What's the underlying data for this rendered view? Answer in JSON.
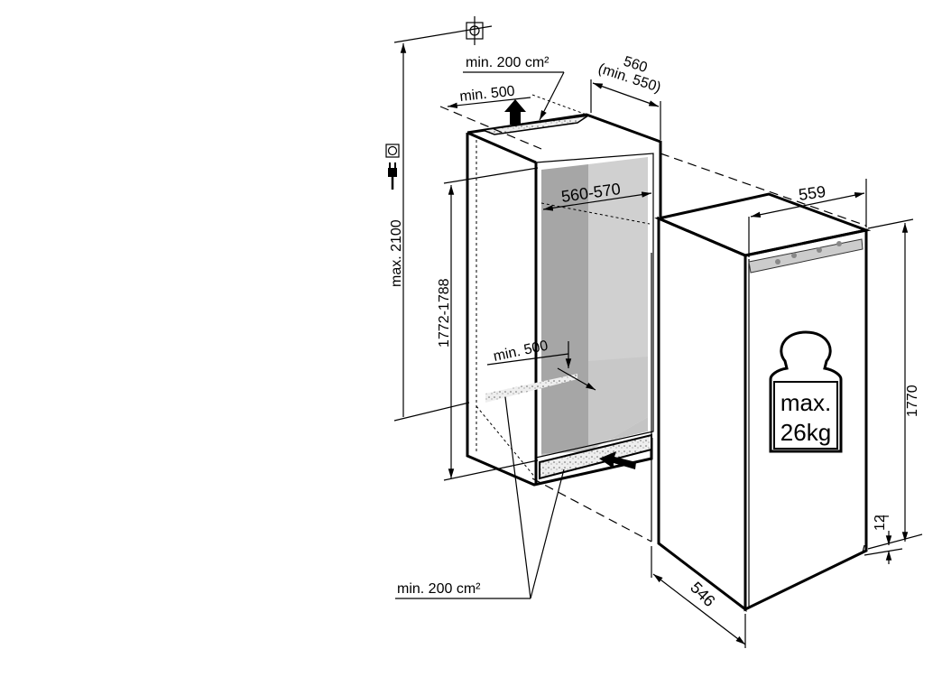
{
  "labels": {
    "top_vent_area": "min. 200 cm²",
    "top_min_depth": "min. 500",
    "niche_depth": "560",
    "niche_depth_min": "(min. 550)",
    "niche_width": "560-570",
    "max_height": "max. 2100",
    "niche_height": "1772-1788",
    "bottom_min_depth": "min. 500",
    "bottom_vent_area": "min. 200 cm²",
    "appliance_width": "559",
    "appliance_height": "1770",
    "plinth_gap": "12",
    "appliance_depth": "546"
  },
  "weight_icon": {
    "line1": "max.",
    "line2": "26kg"
  },
  "icons": [
    "socket-icon",
    "plug-icon",
    "center-mark-icon",
    "weight-icon",
    "airflow-arrow-icon"
  ],
  "colors": {
    "dark_gray": "#a6a6a6",
    "light_gray": "#d0d0d0"
  }
}
